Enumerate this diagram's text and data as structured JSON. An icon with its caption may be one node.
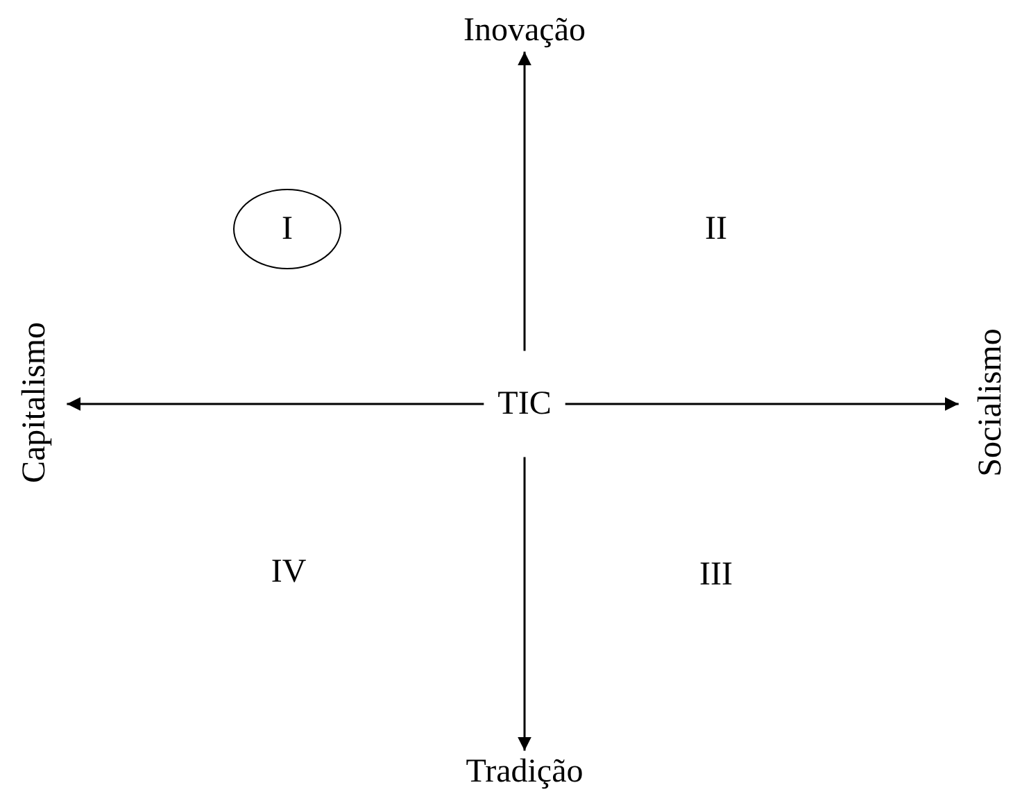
{
  "diagram": {
    "nodes": [
      {
        "text": [
          "Inovação"
        ]
      },
      {
        "text": [
          "I"
        ]
      },
      {
        "text": [
          "Capitalismo"
        ]
      },
      {
        "text": [
          "TIC"
        ]
      },
      {
        "text": [
          "Socialismo"
        ]
      },
      {
        "text": [
          "Tradição"
        ]
      }
    ],
    "edges": [
      {
        "from": 3,
        "to": 0,
        "arrow": "to"
      },
      {
        "from": 3,
        "to": 2,
        "arrow": "to"
      },
      {
        "from": 3,
        "to": 4,
        "arrow": "to"
      },
      {
        "from": 3,
        "to": 5,
        "arrow": "to"
      }
    ],
    "labels": [
      "II",
      "IV",
      "III"
    ]
  }
}
